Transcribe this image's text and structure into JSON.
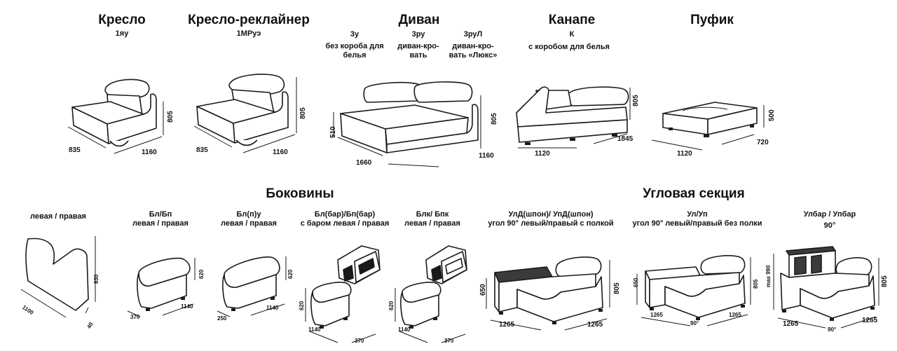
{
  "top": {
    "armchair": {
      "title": "Кресло",
      "code": "1яу",
      "dims": {
        "a": "835",
        "b": "1160",
        "c": "805"
      }
    },
    "recliner": {
      "title": "Кресло-реклайнер",
      "code": "1МРуэ",
      "dims": {
        "a": "835",
        "b": "1160",
        "c": "805"
      }
    },
    "sofa": {
      "title": "Диван",
      "dims": {
        "a": "1660",
        "b": "1160",
        "h1": "510",
        "h2": "805"
      },
      "variants": [
        {
          "code": "3у",
          "line1": "без короба для",
          "line2": "белья"
        },
        {
          "code": "3ру",
          "line1": "диван-кро-",
          "line2": "вать"
        },
        {
          "code": "3руЛ",
          "line1": "диван-кро-",
          "line2": "вать «Люкс»"
        }
      ]
    },
    "kanape": {
      "title": "Канапе",
      "code": "К",
      "desc": "с коробом для белья",
      "dims": {
        "a": "1120",
        "b": "1845",
        "c": "805"
      }
    },
    "pouf": {
      "title": "Пуфик",
      "dims": {
        "a": "1120",
        "b": "720",
        "c": "500"
      }
    }
  },
  "sections": {
    "sides": "Боковины",
    "corner": "Угловая секция"
  },
  "bottom": {
    "side_profile": {
      "label": "левая / правая",
      "dims": {
        "a": "1100",
        "b": "630",
        "c": "40"
      }
    },
    "bl": {
      "code": "Бл/Бп",
      "label": "левая / правая",
      "dims": {
        "a": "370",
        "b": "1140",
        "c": "620"
      }
    },
    "blpu": {
      "code": "Бл(п)у",
      "label": "левая / правая",
      "dims": {
        "a": "250",
        "b": "1140",
        "c": "620"
      }
    },
    "blbar": {
      "code": "Бл(бар)/Бп(бар)",
      "label": "с баром левая / правая",
      "dims": {
        "a": "1140",
        "b": "370",
        "c": "620"
      }
    },
    "blk": {
      "code": "Блк/ Бпк",
      "label": "левая / правая",
      "dims": {
        "a": "1140",
        "b": "370",
        "c": "620"
      }
    },
    "uld": {
      "code": "УлД(шпон)/ УпД(шпон)",
      "label": "угол 90° левый/правый с полкой",
      "dims": {
        "a": "1265",
        "b": "1265",
        "c": "650",
        "d": "805"
      }
    },
    "ul": {
      "code": "Ул/Уп",
      "label": "угол 90° левый/правый без полки",
      "dims": {
        "a": "1265",
        "b": "1265",
        "angle": "90°",
        "c": "650",
        "d": "805"
      }
    },
    "ulbar": {
      "code": "Улбар / Упбар",
      "label": "90°",
      "dims": {
        "a": "1265",
        "b": "1265",
        "angle": "90°",
        "c": "max 990",
        "d": "805"
      }
    }
  }
}
